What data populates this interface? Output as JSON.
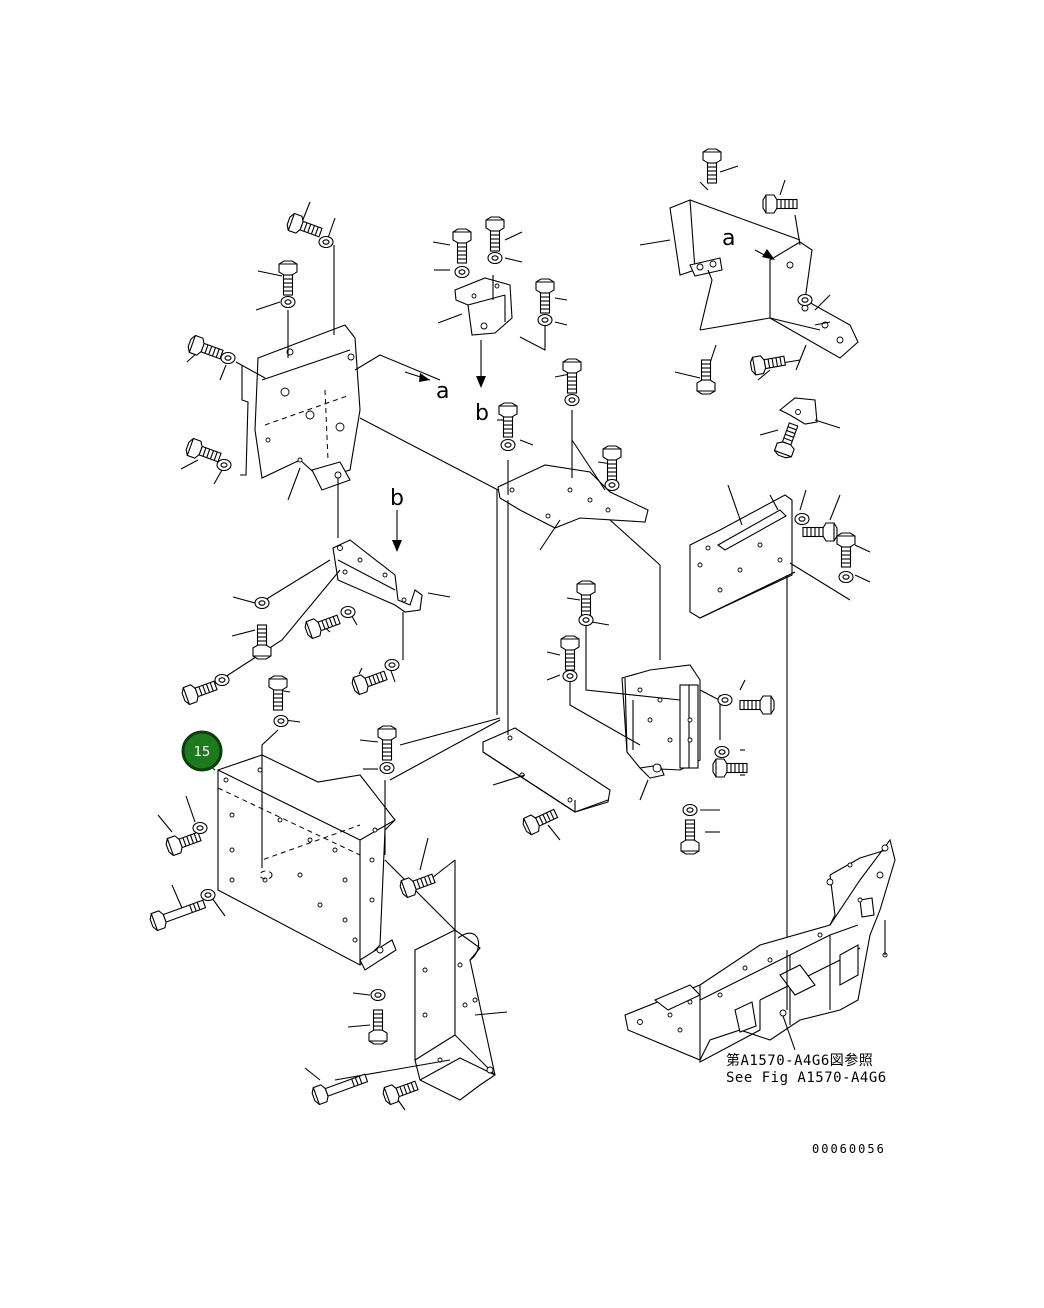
{
  "callout": {
    "number": "15",
    "fill": "#1e7a1e",
    "ring": "#0c3d0c"
  },
  "refs": {
    "a_top": "a",
    "a_left": "a",
    "b_top": "b",
    "b_mid": "b"
  },
  "note": {
    "jp": "第A1570-A4G6図参照",
    "en": "See Fig A1570-A4G6"
  },
  "drawing_number": "00060056",
  "icons": [
    "hex-bolt-icon",
    "washer-icon",
    "bracket-plate-icon",
    "frame-icon"
  ]
}
